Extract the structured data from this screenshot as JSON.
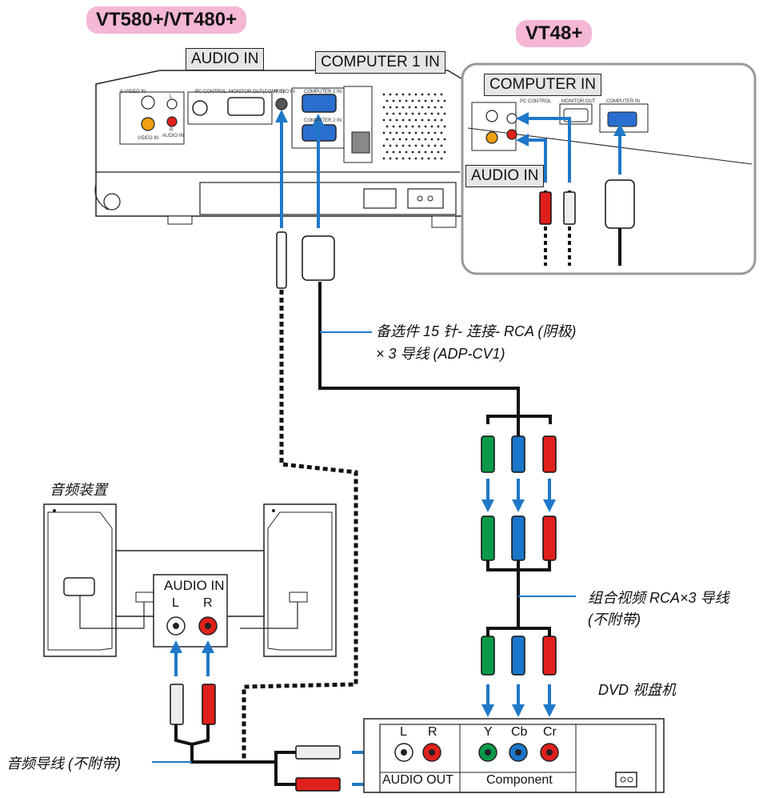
{
  "titles": {
    "main_models": "VT580+/VT480+",
    "alt_model": "VT48+"
  },
  "projector_labels": {
    "audio_in": "AUDIO IN",
    "computer1_in": "COMPUTER 1 IN",
    "computer_in": "COMPUTER IN",
    "audio_in_inset": "AUDIO IN"
  },
  "panel_tiny": {
    "s_video": "S-VIDEO IN",
    "pc_control": "PC CONTROL",
    "monitor_out": "MONITOR OUT(COMP 1)",
    "audio_in": "AUDIO IN",
    "computer1": "COMPUTER 1 IN",
    "computer2": "COMPUTER 2 IN",
    "video_in": "VIDEO IN",
    "l": "L",
    "r": "R",
    "audio": "AUDIO IN",
    "inset_monitor_out": "MONITOR OUT",
    "inset_pc_control": "PC CONTROL",
    "inset_computer_in": "COMPUTER IN"
  },
  "cables": {
    "adapter_line1": "备选件 15 针- 连接- RCA (阴极)",
    "adapter_line2": "× 3 导线 (ADP-CV1)",
    "component_line1": "组合视频 RCA×3 导线",
    "component_line2": "(不附带)",
    "audio_cable": "音频导线 (不附带)"
  },
  "audio_device": {
    "title": "音频装置",
    "panel_label": "AUDIO IN",
    "l": "L",
    "r": "R"
  },
  "dvd": {
    "title": "DVD 视盘机",
    "l": "L",
    "r": "R",
    "y": "Y",
    "cb": "Cb",
    "cr": "Cr",
    "audio_out": "AUDIO OUT",
    "component": "Component"
  },
  "colors": {
    "arrow": "#1f78c8",
    "pill": "#f4b7d4",
    "rca_red": "#e0201c",
    "rca_green": "#0a9a4a",
    "rca_blue": "#1a76c9"
  }
}
